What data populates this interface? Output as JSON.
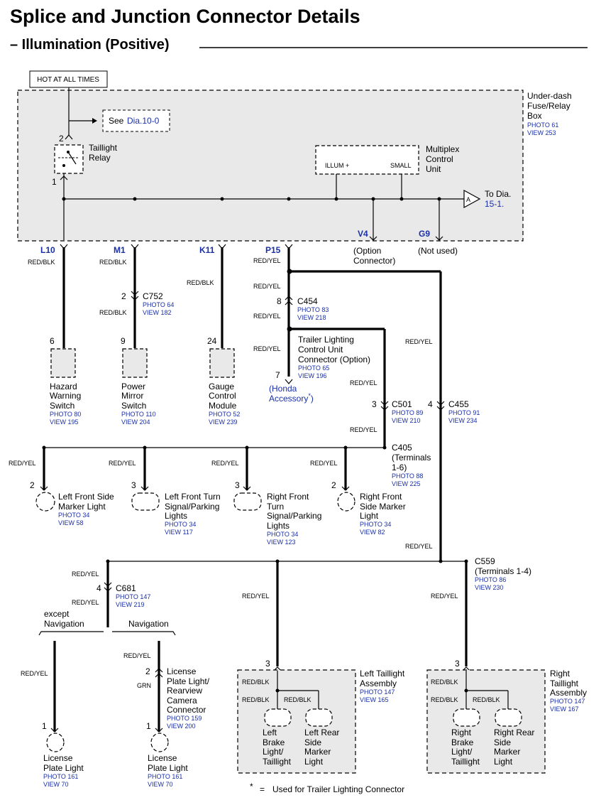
{
  "title": "Splice and Junction Connector Details",
  "subtitle": "– Illumination (Positive)",
  "hot_label": "HOT AT ALL TIMES",
  "see_label": "See",
  "see_dia": "Dia.10-0",
  "box": {
    "l1": "Under-dash",
    "l2": "Fuse/Relay",
    "l3": "Box",
    "p": "PHOTO 61",
    "v": "VIEW 253"
  },
  "relay": {
    "l1": "Taillight",
    "l2": "Relay",
    "pin_top": "2",
    "pin_bot": "1"
  },
  "mpcu": {
    "l1": "Multiplex",
    "l2": "Control",
    "l3": "Unit",
    "illum": "ILLUM +",
    "small": "SMALL"
  },
  "todia": {
    "l1": "To Dia.",
    "l2": "15-1.",
    "tri": "A"
  },
  "terms": {
    "l10": "L10",
    "m1": "M1",
    "k11": "K11",
    "p15": "P15",
    "v4": "V4",
    "g9": "G9"
  },
  "v4_note": {
    "l1": "(Option",
    "l2": "Connector)"
  },
  "g9_note": "(Not used)",
  "wire": {
    "rb": "RED/BLK",
    "ry": "RED/YEL",
    "grn": "GRN"
  },
  "hazard": {
    "pin": "6",
    "l1": "Hazard",
    "l2": "Warning",
    "l3": "Switch",
    "p": "PHOTO 80",
    "v": "VIEW 195"
  },
  "mirror": {
    "pin": "9",
    "l1": "Power",
    "l2": "Mirror",
    "l3": "Switch",
    "p": "PHOTO 110",
    "v": "VIEW 204"
  },
  "gauge": {
    "pin": "24",
    "l1": "Gauge",
    "l2": "Control",
    "l3": "Module",
    "p": "PHOTO 52",
    "v": "VIEW 239"
  },
  "c752": {
    "pin": "2",
    "name": "C752",
    "p": "PHOTO 64",
    "v": "VIEW 182"
  },
  "c454": {
    "pin": "8",
    "name": "C454",
    "p": "PHOTO 83",
    "v": "VIEW 218"
  },
  "trailer": {
    "pin": "7",
    "l1": "Trailer Lighting",
    "l2": "Control Unit",
    "l3": "Connector (Option)",
    "p": "PHOTO 65",
    "v": "VIEW 196",
    "h1": "(Honda",
    "h2": "Accessory",
    "star": "*",
    "h3": ")"
  },
  "c501": {
    "pin": "3",
    "name": "C501",
    "p": "PHOTO 89",
    "v": "VIEW 210"
  },
  "c455": {
    "pin": "4",
    "name": "C455",
    "p": "PHOTO 91",
    "v": "VIEW 234"
  },
  "c405": {
    "name": "C405",
    "l2": "(Terminals",
    "l3": "1-6)",
    "p": "PHOTO 88",
    "v": "VIEW 225"
  },
  "lfsm": {
    "pin": "2",
    "l1": "Left Front Side",
    "l2": "Marker Light",
    "p": "PHOTO 34",
    "v": "VIEW 58"
  },
  "lfts": {
    "pin": "3",
    "l1": "Left Front Turn",
    "l2": "Signal/Parking",
    "l3": "Lights",
    "p": "PHOTO 34",
    "v": "VIEW 117"
  },
  "rfts": {
    "pin": "3",
    "l1": "Right Front",
    "l2": "Turn",
    "l3": "Signal/Parking",
    "l4": "Lights",
    "p": "PHOTO 34",
    "v": "VIEW 123"
  },
  "rfsm": {
    "pin": "2",
    "l1": "Right Front",
    "l2": "Side Marker",
    "l3": "Light",
    "p": "PHOTO 34",
    "v": "VIEW 82"
  },
  "c559": {
    "name": "C559",
    "l2": "(Terminals 1-4)",
    "p": "PHOTO 86",
    "v": "VIEW 230"
  },
  "c681": {
    "pin": "4",
    "name": "C681",
    "p": "PHOTO 147",
    "v": "VIEW 219"
  },
  "branch": {
    "exc1": "except",
    "exc2": "Navigation",
    "nav": "Navigation"
  },
  "lic1": {
    "pin": "1",
    "l1": "License",
    "l2": "Plate Light",
    "p": "PHOTO 161",
    "v": "VIEW 70"
  },
  "lic2": {
    "pin2": "2",
    "l1": "License",
    "l2": "Plate Light/",
    "l3": "Rearview",
    "l4": "Camera",
    "l5": "Connector",
    "p": "PHOTO 159",
    "v": "VIEW 200",
    "pin1": "1",
    "b1": "License",
    "b2": "Plate Light",
    "bp": "PHOTO 161",
    "bv": "VIEW 70"
  },
  "ltail": {
    "pin": "3",
    "l1": "Left Taillight",
    "l2": "Assembly",
    "p": "PHOTO 147",
    "v": "VIEW 165",
    "a1": "Left",
    "a2": "Brake",
    "a3": "Light/",
    "a4": "Taillight",
    "b1": "Left Rear",
    "b2": "Side",
    "b3": "Marker",
    "b4": "Light"
  },
  "rtail": {
    "pin": "3",
    "l1": "Right",
    "l2": "Taillight",
    "l3": "Assembly",
    "p": "PHOTO 147",
    "v": "VIEW 167",
    "a1": "Right",
    "a2": "Brake",
    "a3": "Light/",
    "a4": "Taillight",
    "b1": "Right Rear",
    "b2": "Side",
    "b3": "Marker",
    "b4": "Light"
  },
  "footnote": {
    "star": "*",
    "eq": "=",
    "text": "Used for Trailer Lighting Connector"
  }
}
